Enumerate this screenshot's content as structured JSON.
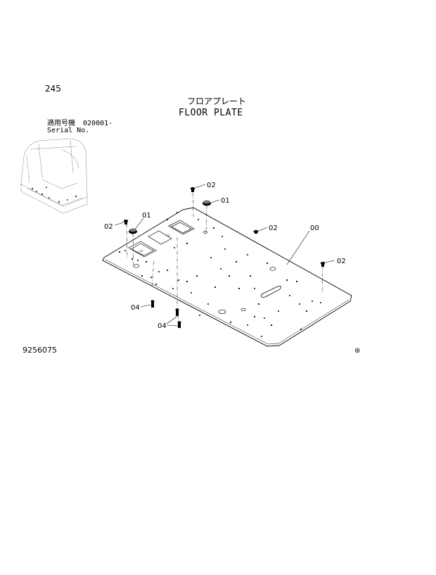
{
  "page_number": "245",
  "title_jp": "フロアプレート",
  "title_en": "FLOOR PLATE",
  "serial": {
    "label_jp": "適用号機",
    "label_en": "Serial No.",
    "value": "020001-"
  },
  "drawing_number": "9256075",
  "corner_mark": "⊛",
  "callouts": {
    "plate": "00",
    "part_01_a": "01",
    "part_01_b": "01",
    "part_02_a": "02",
    "part_02_b": "02",
    "part_02_c": "02",
    "part_02_d": "02",
    "part_04_a": "04",
    "part_04_b": "04"
  }
}
